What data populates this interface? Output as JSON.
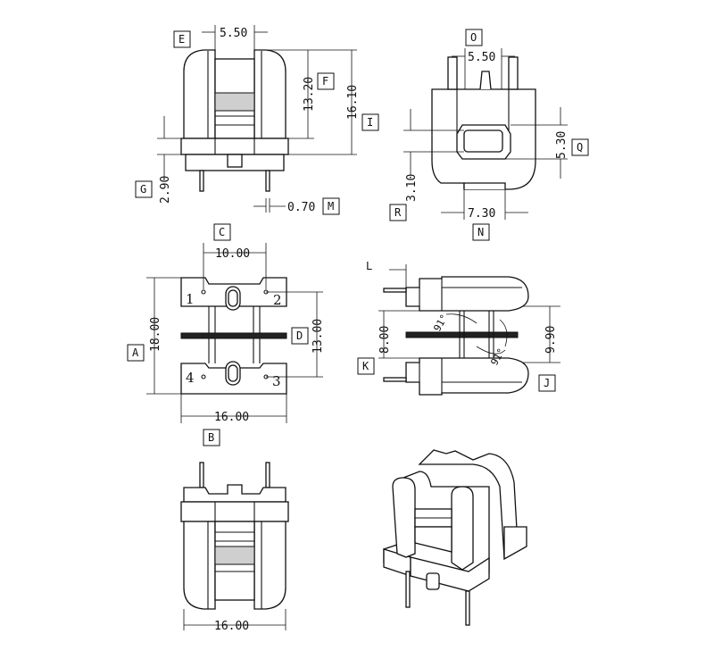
{
  "labels": {
    "a": "A",
    "b": "B",
    "c": "C",
    "d": "D",
    "e": "E",
    "f": "F",
    "g": "G",
    "i": "I",
    "j": "J",
    "k": "K",
    "l": "L",
    "m": "M",
    "n": "N",
    "o": "O",
    "q": "Q",
    "r": "R"
  },
  "dims": {
    "e": "5.50",
    "f": "13.20",
    "i": "16.10",
    "g": "2.90",
    "m": "0.70",
    "o": "5.50",
    "q": "5.30",
    "r": "3.10",
    "n": "7.30",
    "c": "10.00",
    "a": "18.00",
    "d": "13.00",
    "b": "16.00",
    "k": "8.00",
    "j": "9.90",
    "bottom": "16.00"
  },
  "angles": {
    "upper": "91°",
    "lower": "91°"
  },
  "pins": [
    "1",
    "2",
    "3",
    "4"
  ]
}
